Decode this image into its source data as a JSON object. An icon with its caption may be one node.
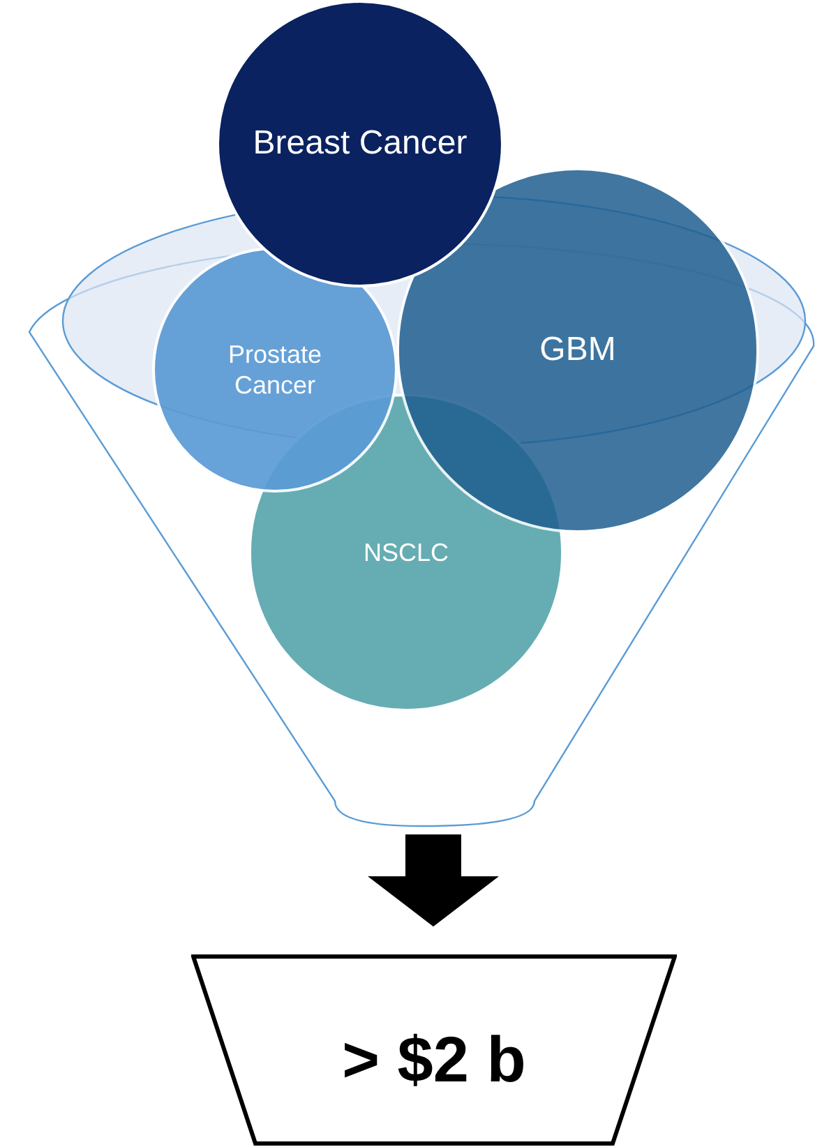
{
  "diagram": {
    "nodes": [
      {
        "text": [],
        "shape": "funnel"
      },
      {
        "text": [
          "Breast Cancer"
        ]
      },
      {
        "text": [
          "Prostate Cancer"
        ],
        "in": 0
      },
      {
        "text": [
          "GBM"
        ]
      },
      {
        "text": [
          "NSCLC"
        ],
        "in": 0
      },
      {
        "text": [
          "> $2 b"
        ]
      }
    ],
    "edges": [
      {
        "from": 0,
        "to": 5,
        "arrow": "to",
        "style": "thick"
      }
    ]
  }
}
